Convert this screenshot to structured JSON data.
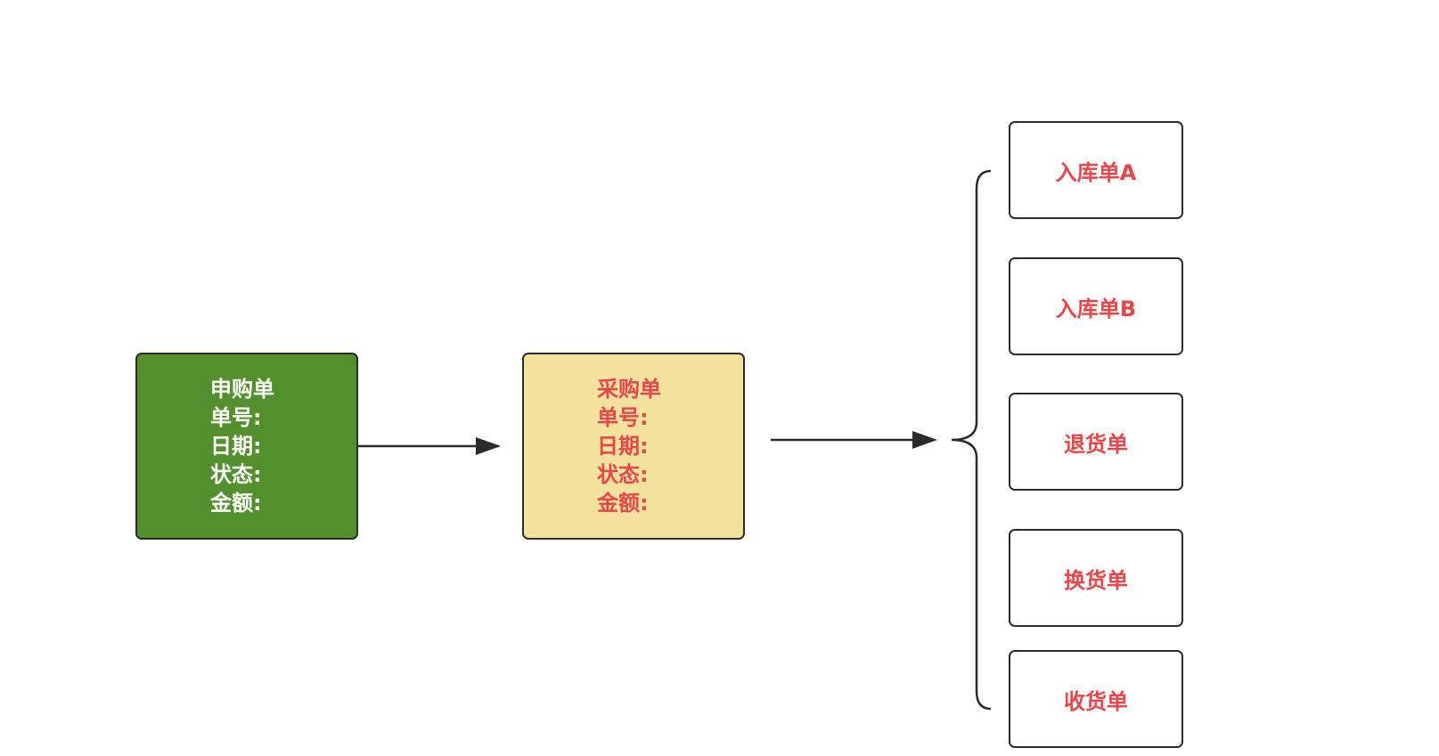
{
  "colors": {
    "requisition_fill": "#548f2e",
    "requisition_text": "#ffffff",
    "purchase_fill": "#f2e29e",
    "accent_text": "#e4484b",
    "border": "#2b2b2b"
  },
  "requisition": {
    "title": "申购单",
    "fields": [
      "单号:",
      "日期:",
      "状态:",
      "金额:"
    ]
  },
  "purchase": {
    "title": "采购单",
    "fields": [
      "单号:",
      "日期:",
      "状态:",
      "金额:"
    ]
  },
  "outputs": [
    {
      "label": "入库单A"
    },
    {
      "label": "入库单B"
    },
    {
      "label": "退货单"
    },
    {
      "label": "换货单"
    },
    {
      "label": "收货单"
    }
  ]
}
